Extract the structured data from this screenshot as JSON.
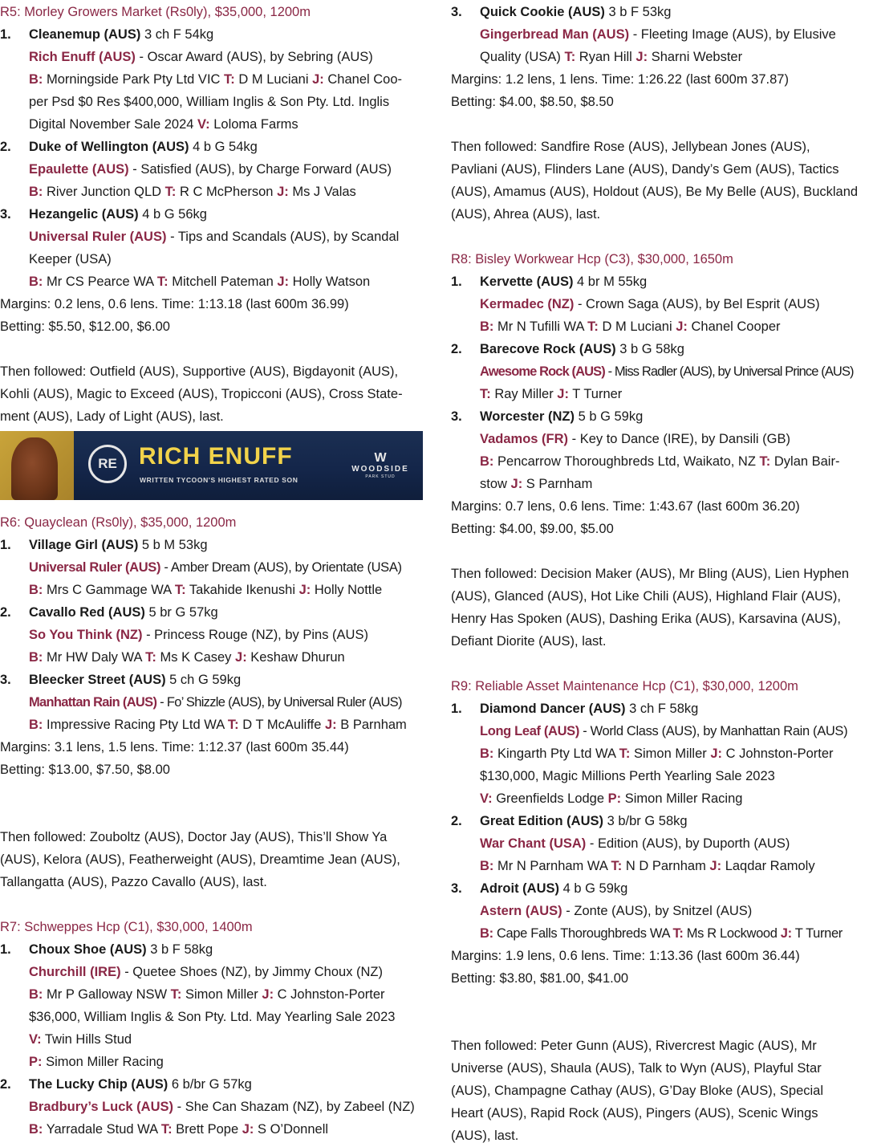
{
  "colors": {
    "accent": "#8a2745",
    "text": "#1a1a1a",
    "banner_bg": "#14264a",
    "banner_brand": "#f2d34a"
  },
  "labels": {
    "breeder": "B:",
    "trainer": "T:",
    "jockey": "J:",
    "vendor": "V:",
    "purchaser": "P:"
  },
  "races": {
    "r5": {
      "heading": "R5: Morley Growers Market (Rs0ly), $35,000, 1200m",
      "p1": {
        "pos": "1.",
        "name": "Cleanemup (AUS)",
        "desc": "3 ch F 54kg",
        "sire": "Rich Enuff (AUS)",
        "pedigree": "- Oscar Award (AUS), by Sebring (AUS)",
        "breeder": "Morningside Park Pty Ltd VIC",
        "trainer": "D M Luciani",
        "jockey_l1": "Chanel Coo-",
        "extra_l2": "per Psd $0 Res $400,000, William Inglis & Son Pty. Ltd. Inglis",
        "extra_l3": "Digital November Sale 2024",
        "vendor": "Loloma Farms"
      },
      "p2": {
        "pos": "2.",
        "name": "Duke of Wellington (AUS)",
        "desc": "4 b G 54kg",
        "sire": "Epaulette (AUS)",
        "pedigree": "- Satisfied (AUS), by Charge Forward (AUS)",
        "breeder": "River Junction QLD",
        "trainer": "R C McPherson",
        "jockey": "Ms J Valas"
      },
      "p3": {
        "pos": "3.",
        "name": "Hezangelic (AUS)",
        "desc": "4 b G 56kg",
        "sire": "Universal Ruler (AUS)",
        "pedigree_l1": "- Tips and Scandals (AUS), by Scandal",
        "pedigree_l2": "Keeper (USA)",
        "breeder": "Mr CS Pearce WA",
        "trainer": "Mitchell Pateman",
        "jockey": "Holly Watson"
      },
      "margins": "Margins: 0.2 lens, 0.6 lens. Time: 1:13.18 (last 600m 36.99)",
      "betting": "Betting: $5.50, $12.00, $6.00",
      "followed_l1": "Then followed: Outfield (AUS), Supportive (AUS), Bigdayonit (AUS),",
      "followed_l2": "Kohli (AUS), Magic to Exceed (AUS), Tropicconi (AUS), Cross State-",
      "followed_l3": "ment (AUS), Lady of Light (AUS), last."
    },
    "banner": {
      "logo": "RE",
      "brand": "RICH ENUFF",
      "tagline": "WRITTEN TYCOON'S HIGHEST RATED SON",
      "stud_icon": "W",
      "stud_name": "WOODSIDE",
      "stud_sub": "PARK STUD"
    },
    "r6": {
      "heading": "R6: Quayclean (Rs0ly), $35,000, 1200m",
      "p1": {
        "pos": "1.",
        "name": "Village Girl (AUS)",
        "desc": "5 b M 53kg",
        "sire": "Universal Ruler (AUS)",
        "pedigree": "- Amber Dream (AUS), by Orientate (USA)",
        "breeder": "Mrs C Gammage WA",
        "trainer": "Takahide Ikenushi",
        "jockey": "Holly Nottle"
      },
      "p2": {
        "pos": "2.",
        "name": "Cavallo Red (AUS)",
        "desc": "5 br G 57kg",
        "sire": "So You Think (NZ)",
        "pedigree": "- Princess Rouge (NZ), by Pins (AUS)",
        "breeder": "Mr HW Daly WA",
        "trainer": "Ms K Casey",
        "jockey": "Keshaw Dhurun"
      },
      "p3": {
        "pos": "3.",
        "name": "Bleecker Street (AUS)",
        "desc": "5 ch G 59kg",
        "sire": "Manhattan Rain (AUS)",
        "pedigree": "- Fo’ Shizzle (AUS), by Universal Ruler (AUS)",
        "breeder": "Impressive Racing Pty Ltd WA",
        "trainer": "D T McAuliffe",
        "jockey": "B Parnham"
      },
      "margins": "Margins: 3.1 lens, 1.5 lens. Time: 1:12.37 (last 600m 35.44)",
      "betting": "Betting: $13.00, $7.50, $8.00",
      "followed_l1": "Then followed: Zouboltz (AUS), Doctor Jay (AUS), This’ll Show Ya",
      "followed_l2": "(AUS), Kelora (AUS), Featherweight (AUS), Dreamtime Jean (AUS),",
      "followed_l3": "Tallangatta (AUS), Pazzo Cavallo (AUS), last."
    },
    "r7": {
      "heading": "R7: Schweppes Hcp (C1), $30,000, 1400m",
      "p1": {
        "pos": "1.",
        "name": "Choux Shoe (AUS)",
        "desc": "3 b F 58kg",
        "sire": "Churchill (IRE)",
        "pedigree": "- Quetee Shoes (NZ), by Jimmy Choux (NZ)",
        "breeder": "Mr P Galloway NSW",
        "trainer": "Simon Miller",
        "jockey": "C Johnston-Porter",
        "sale": "$36,000, William Inglis & Son Pty. Ltd. May Yearling Sale 2023",
        "vendor": "Twin Hills Stud",
        "purchaser": "Simon Miller Racing"
      },
      "p2": {
        "pos": "2.",
        "name": "The Lucky Chip (AUS)",
        "desc": "6 b/br G 57kg",
        "sire": "Bradbury’s Luck (AUS)",
        "pedigree": "- She Can Shazam (NZ), by Zabeel (NZ)",
        "breeder": "Yarradale Stud WA",
        "trainer": "Brett Pope",
        "jockey": "S O’Donnell"
      },
      "p3": {
        "pos": "3.",
        "name": "Quick Cookie (AUS)",
        "desc": "3 b F 53kg",
        "sire": "Gingerbread Man (AUS)",
        "pedigree_l1": "- Fleeting Image (AUS), by Elusive",
        "pedigree_l2": "Quality (USA)",
        "trainer": "Ryan Hill",
        "jockey": "Sharni Webster"
      },
      "margins": "Margins: 1.2 lens, 1 lens. Time: 1:26.22 (last 600m 37.87)",
      "betting": "Betting: $4.00, $8.50, $8.50",
      "followed_l1": "Then followed: Sandfire Rose (AUS), Jellybean Jones (AUS),",
      "followed_l2": "Pavliani (AUS), Flinders Lane (AUS), Dandy’s Gem (AUS), Tactics",
      "followed_l3": "(AUS), Amamus (AUS), Holdout (AUS), Be My Belle (AUS), Buckland",
      "followed_l4": "(AUS), Ahrea (AUS), last."
    },
    "r8": {
      "heading": "R8: Bisley Workwear Hcp (C3), $30,000, 1650m",
      "p1": {
        "pos": "1.",
        "name": "Kervette (AUS)",
        "desc": "4 br M 55kg",
        "sire": "Kermadec (NZ)",
        "pedigree": "- Crown Saga (AUS), by Bel Esprit (AUS)",
        "breeder": "Mr N Tufilli WA",
        "trainer": "D M Luciani",
        "jockey": "Chanel Cooper"
      },
      "p2": {
        "pos": "2.",
        "name": "Barecove Rock (AUS)",
        "desc": "3 b G 58kg",
        "sire": "Awesome Rock (AUS)",
        "pedigree": "- Miss Radler (AUS), by Universal Prince (AUS)",
        "trainer": "Ray Miller",
        "jockey": "T Turner"
      },
      "p3": {
        "pos": "3.",
        "name": "Worcester (NZ)",
        "desc": "5 b G 59kg",
        "sire": "Vadamos (FR)",
        "pedigree": "- Key to Dance (IRE), by Dansili (GB)",
        "breeder": "Pencarrow Thoroughbreds Ltd, Waikato, NZ",
        "trainer_l1": "Dylan Bair-",
        "trainer_l2": "stow",
        "jockey": "S Parnham"
      },
      "margins": "Margins: 0.7 lens, 0.6 lens. Time: 1:43.67 (last 600m 36.20)",
      "betting": "Betting: $4.00, $9.00, $5.00",
      "followed_l1": "Then followed: Decision Maker (AUS), Mr Bling (AUS), Lien Hyphen",
      "followed_l2": "(AUS), Glanced (AUS), Hot Like Chili (AUS), Highland Flair (AUS),",
      "followed_l3": "Henry Has Spoken (AUS), Dashing Erika (AUS), Karsavina (AUS),",
      "followed_l4": "Defiant Diorite (AUS), last."
    },
    "r9": {
      "heading": "R9: Reliable Asset Maintenance Hcp (C1), $30,000, 1200m",
      "p1": {
        "pos": "1.",
        "name": "Diamond Dancer (AUS)",
        "desc": "3 ch F 58kg",
        "sire": "Long Leaf (AUS)",
        "pedigree": "- World Class (AUS), by Manhattan Rain (AUS)",
        "breeder": "Kingarth Pty Ltd WA",
        "trainer": "Simon Miller",
        "jockey": "C Johnston-Porter",
        "sale": "$130,000, Magic Millions Perth Yearling Sale 2023",
        "vendor": "Greenfields Lodge",
        "purchaser": "Simon Miller Racing"
      },
      "p2": {
        "pos": "2.",
        "name": "Great Edition (AUS)",
        "desc": "3 b/br G 58kg",
        "sire": "War Chant (USA)",
        "pedigree": "- Edition (AUS), by Duporth (AUS)",
        "breeder": "Mr N Parnham WA",
        "trainer": "N D Parnham",
        "jockey": "Laqdar Ramoly"
      },
      "p3": {
        "pos": "3.",
        "name": "Adroit (AUS)",
        "desc": "4 b G 59kg",
        "sire": "Astern (AUS)",
        "pedigree": "- Zonte (AUS), by Snitzel (AUS)",
        "breeder": "Cape Falls Thoroughbreds WA",
        "trainer": "Ms R Lockwood",
        "jockey": "T Turner"
      },
      "margins": "Margins: 1.9 lens, 0.6 lens. Time: 1:13.36 (last 600m 36.44)",
      "betting": "Betting: $3.80, $81.00, $41.00",
      "followed_l1": "Then followed: Peter Gunn (AUS), Rivercrest Magic (AUS), Mr",
      "followed_l2": "Universe (AUS), Shaula (AUS), Talk to Wyn (AUS), Playful Star",
      "followed_l3": "(AUS), Champagne Cathay (AUS), G’Day Bloke (AUS), Special",
      "followed_l4": "Heart (AUS), Rapid Rock (AUS), Pingers (AUS), Scenic Wings",
      "followed_l5": "(AUS), last."
    }
  }
}
